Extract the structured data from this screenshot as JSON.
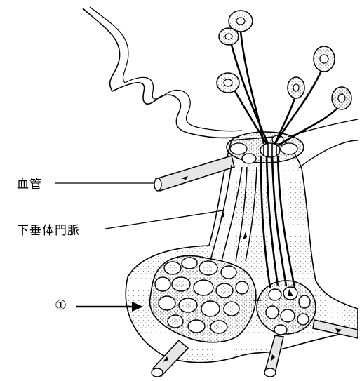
{
  "labels": {
    "blood_vessel": "血管",
    "portal_vein": "下垂体門脈",
    "marker": "①"
  },
  "colors": {
    "ink": "#000000",
    "background": "#ffffff",
    "tissue_stipple": "#8a8a8a",
    "vessel_fill": "#e6e6e6"
  },
  "structures": [
    "hypothalamus-outline",
    "neurosecretory-neurons",
    "primary-capillary-plexus",
    "portal-veins",
    "anterior-pituitary-cells",
    "posterior-pituitary-capillaries"
  ]
}
